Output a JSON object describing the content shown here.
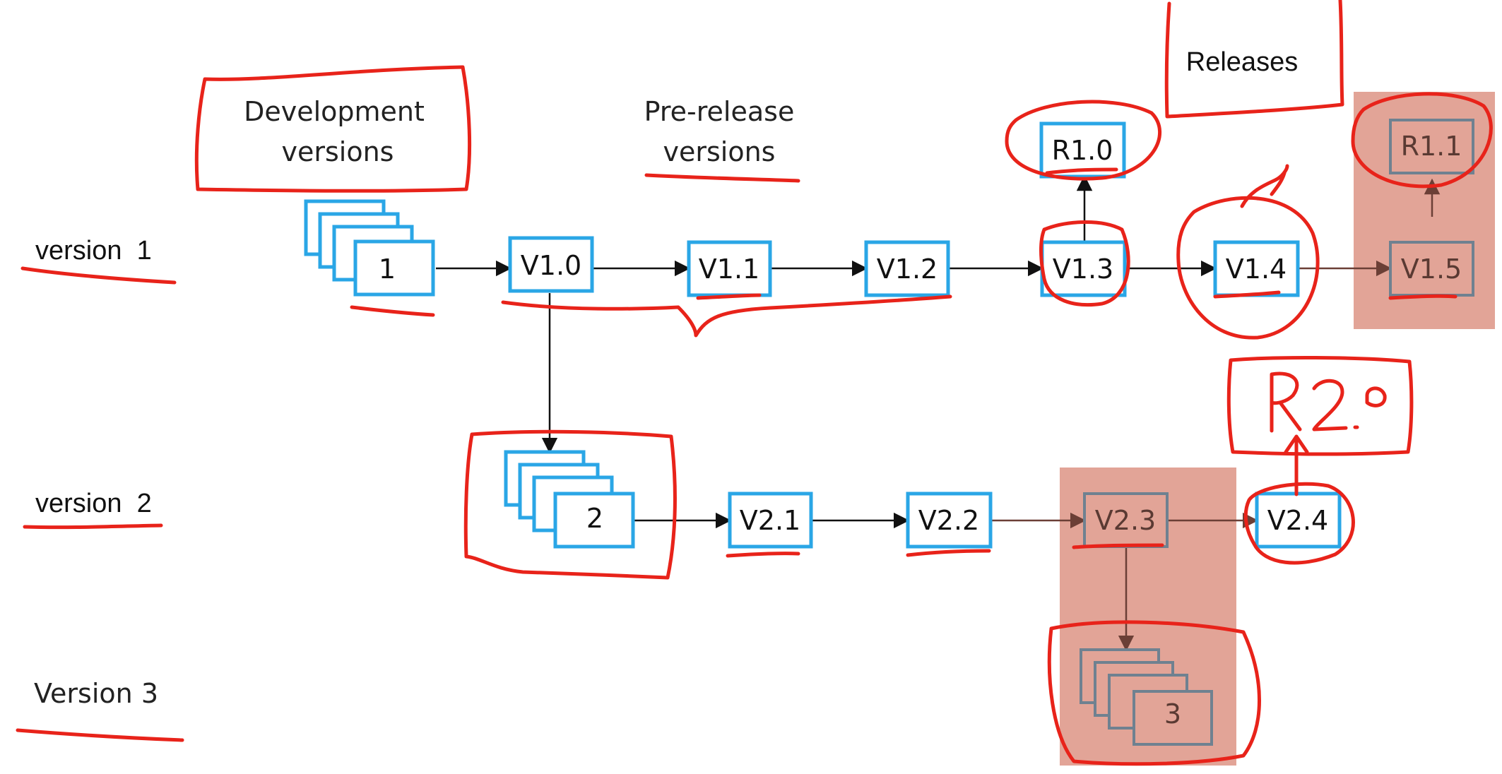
{
  "headings": {
    "development": [
      "Development",
      "versions"
    ],
    "prerelease": [
      "Pre-release",
      "versions"
    ],
    "releases": "Releases"
  },
  "rows": {
    "v1": "version  1",
    "v2": "version  2",
    "v3": "Version 3"
  },
  "stacks": {
    "s1": "1",
    "s2": "2",
    "s3": "3"
  },
  "versions": {
    "v10": "V1.0",
    "v11": "V1.1",
    "v12": "V1.2",
    "v13": "V1.3",
    "v14": "V1.4",
    "v15": "V1.5",
    "v21": "V2.1",
    "v22": "V2.2",
    "v23": "V2.3",
    "v24": "V2.4"
  },
  "releases": {
    "r10": "R1.0",
    "r11": "R1.1",
    "r20": "R2.0"
  },
  "colors": {
    "box_stroke": "#2aa6e6",
    "highlight": "#e2a497",
    "annotation": "#e8231a"
  }
}
